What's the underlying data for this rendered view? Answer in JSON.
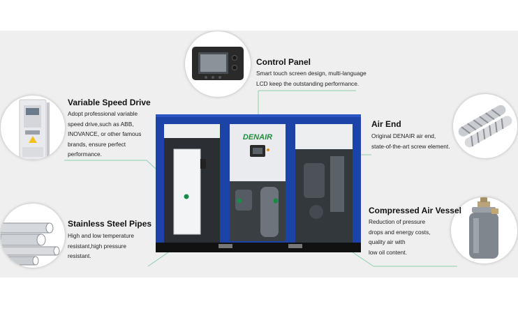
{
  "callouts": {
    "control_panel": {
      "title": "Control Panel",
      "desc_lines": [
        "Smart touch screen design, multi-language",
        "LCD keep the outstanding performance."
      ]
    },
    "variable_speed_drive": {
      "title": "Variable Speed Drive",
      "desc_lines": [
        "Adopt professional variable",
        "speed drive,such as ABB,",
        "INOVANCE, or other famous",
        "brands, ensure perfect",
        "performance."
      ]
    },
    "air_end": {
      "title": "Air End",
      "desc_lines": [
        "Original DENAIR air end,",
        "state-of-the-art screw element."
      ]
    },
    "stainless_steel_pipes": {
      "title": "Stainless Steel Pipes",
      "desc_lines": [
        "High and low temperature",
        "resistant,high pressure",
        "resistant."
      ]
    },
    "compressed_air_vessel": {
      "title": "Compressed Air Vessel",
      "desc_lines": [
        "Reduction of pressure",
        "drops and energy costs,",
        "quality air with",
        "low oil content."
      ]
    }
  },
  "machine": {
    "brand": "DENAIR"
  },
  "colors": {
    "band": "#efefef",
    "machine_blue": "#1b43a8",
    "accent_green": "#1a8a4a",
    "brand_green": "#1f8f3a",
    "leader_line": "#8fcfae"
  }
}
